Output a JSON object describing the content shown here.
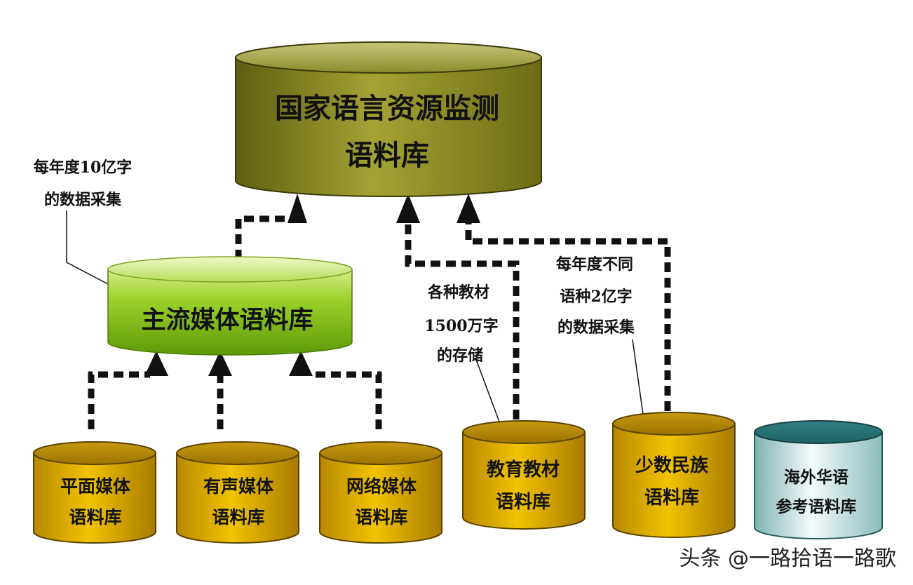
{
  "top_db": {
    "line1": "国家语言资源监测",
    "line2": "语料库"
  },
  "mainstream_db": {
    "label": "主流媒体语料库"
  },
  "annotation_left": {
    "line1": "每年度10亿字",
    "line2": "的数据采集"
  },
  "annotation_textbook": {
    "line1": "各种教材",
    "line2": "1500万字",
    "line3": "的存储"
  },
  "annotation_minority": {
    "line1": "每年度不同",
    "line2": "语种2亿字",
    "line3": "的数据采集"
  },
  "bottom_dbs": {
    "print": {
      "line1": "平面媒体",
      "line2": "语料库"
    },
    "audio": {
      "line1": "有声媒体",
      "line2": "语料库"
    },
    "network": {
      "line1": "网络媒体",
      "line2": "语料库"
    },
    "textbook": {
      "line1": "教育教材",
      "line2": "语料库"
    },
    "minority": {
      "line1": "少数民族",
      "line2": "语料库"
    },
    "overseas": {
      "line1": "海外华语",
      "line2": "参考语料库"
    }
  },
  "watermark": "头条 @一路拾语一路歌",
  "colors": {
    "top_db": "#8a8a22",
    "mainstream_db": "#86c21a",
    "bottom_db": "#d9a800",
    "overseas_db": "#a9cfcf",
    "connector": "#111111"
  }
}
